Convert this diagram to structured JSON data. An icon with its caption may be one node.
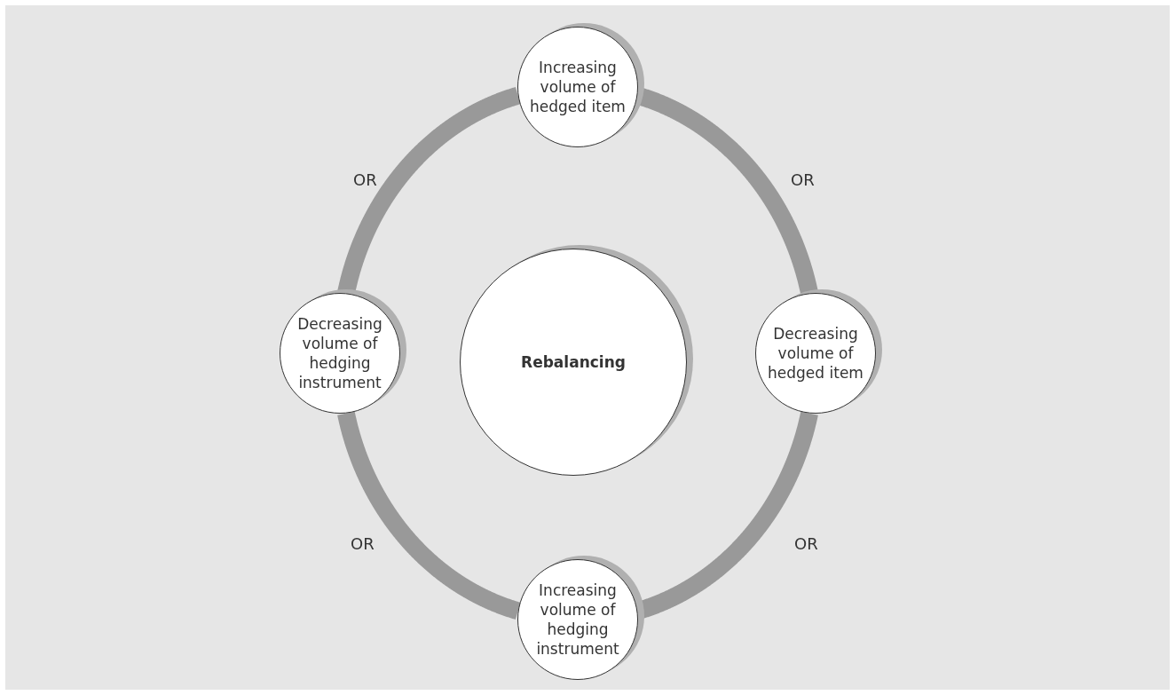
{
  "diagram": {
    "nodes": [
      {
        "text": [
          "Increasing volume of hedged item"
        ]
      },
      {
        "text": [
          "Decreasing volume of hedging instrument"
        ]
      },
      {
        "text": [
          "Rebalancing"
        ]
      },
      {
        "text": [
          "Decreasing volume of hedged item"
        ]
      },
      {
        "text": [
          "Increasing volume of hedging instrument"
        ]
      }
    ],
    "edges": [
      {
        "from": 0,
        "to": 3,
        "arrow": "none"
      },
      {
        "from": 3,
        "to": 4,
        "arrow": "none"
      },
      {
        "from": 4,
        "to": 1,
        "arrow": "none"
      },
      {
        "from": 1,
        "to": 0,
        "arrow": "none"
      }
    ],
    "labels": [
      "OR",
      "OR",
      "OR",
      "OR"
    ]
  }
}
